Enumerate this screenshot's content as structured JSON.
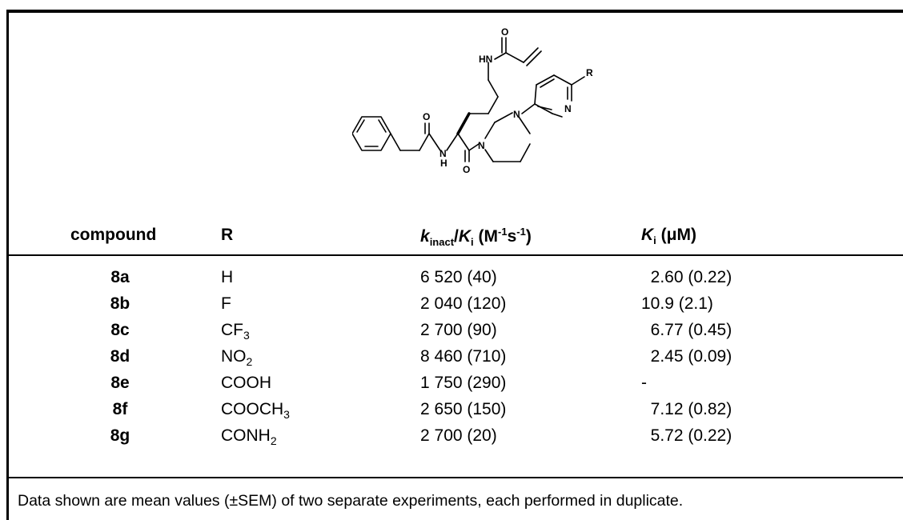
{
  "table": {
    "headers": {
      "compound": "compound",
      "r": "R",
      "kinact_k": "k",
      "kinact_sub": "inact",
      "kinact_slash": "/",
      "kinact_K": "K",
      "kinact_i": "i",
      "kinact_units_open": " (M",
      "kinact_units_exp1": "-1",
      "kinact_units_s": "s",
      "kinact_units_exp2": "-1",
      "kinact_units_close": ")",
      "ki_K": "K",
      "ki_i": "i",
      "ki_units": " (μM)"
    },
    "rows": [
      {
        "id": "8a",
        "r_base": "H",
        "r_sub": "",
        "r_tail": "",
        "kinact": "6 520 (40)",
        "ki": "  2.60 (0.22)"
      },
      {
        "id": "8b",
        "r_base": "F",
        "r_sub": "",
        "r_tail": "",
        "kinact": "2 040 (120)",
        "ki": "10.9 (2.1)"
      },
      {
        "id": "8c",
        "r_base": "CF",
        "r_sub": "3",
        "r_tail": "",
        "kinact": "2 700 (90)",
        "ki": "  6.77 (0.45)"
      },
      {
        "id": "8d",
        "r_base": "NO",
        "r_sub": "2",
        "r_tail": "",
        "kinact": "8 460 (710)",
        "ki": "  2.45 (0.09)"
      },
      {
        "id": "8e",
        "r_base": "COOH",
        "r_sub": "",
        "r_tail": "",
        "kinact": "1 750 (290)",
        "ki": "-"
      },
      {
        "id": "8f",
        "r_base": "COOCH",
        "r_sub": "3",
        "r_tail": "",
        "kinact": "2 650 (150)",
        "ki": "  7.12 (0.82)"
      },
      {
        "id": "8g",
        "r_base": "CONH",
        "r_sub": "2",
        "r_tail": "",
        "kinact": "2 700 (20)",
        "ki": "  5.72 (0.22)"
      }
    ],
    "footnote": "Data shown are mean values (±SEM) of two separate experiments, each performed in duplicate."
  },
  "structure": {
    "atom_labels": {
      "o_top": "O",
      "hn": "HN",
      "r": "R",
      "n_pyr": "N",
      "n_pip_top": "N",
      "n_pip_bot": "N",
      "o_left": "O",
      "n_amide": "N",
      "h_amide": "H",
      "o_bottom": "O"
    }
  }
}
